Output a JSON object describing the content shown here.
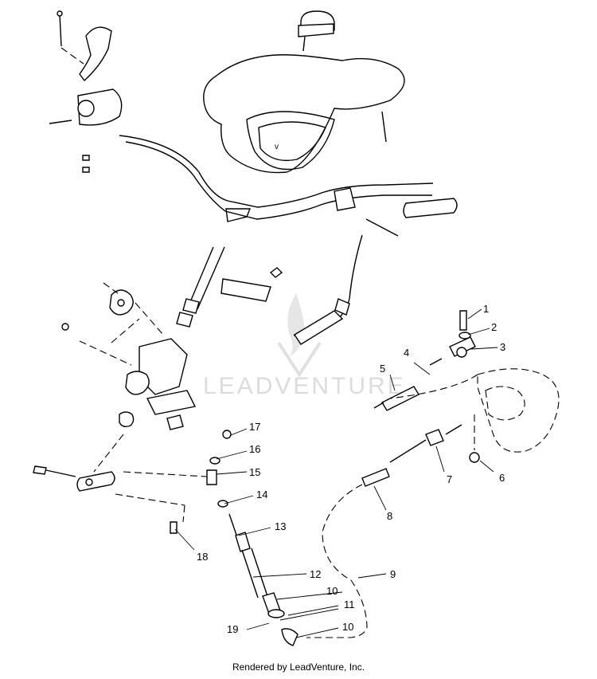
{
  "callouts": [
    {
      "id": "c1",
      "label": "1"
    },
    {
      "id": "c2",
      "label": "2"
    },
    {
      "id": "c3",
      "label": "3"
    },
    {
      "id": "c4",
      "label": "4"
    },
    {
      "id": "c5",
      "label": "5"
    },
    {
      "id": "c6",
      "label": "6"
    },
    {
      "id": "c7",
      "label": "7"
    },
    {
      "id": "c8",
      "label": "8"
    },
    {
      "id": "c9",
      "label": "9"
    },
    {
      "id": "c10a",
      "label": "10"
    },
    {
      "id": "c10b",
      "label": "10"
    },
    {
      "id": "c11",
      "label": "11"
    },
    {
      "id": "c12",
      "label": "12"
    },
    {
      "id": "c13",
      "label": "13"
    },
    {
      "id": "c14",
      "label": "14"
    },
    {
      "id": "c15",
      "label": "15"
    },
    {
      "id": "c16",
      "label": "16"
    },
    {
      "id": "c17",
      "label": "17"
    },
    {
      "id": "c18",
      "label": "18"
    },
    {
      "id": "c19",
      "label": "19"
    }
  ],
  "watermark": "LEADVENTURE",
  "footer": "Rendered by LeadVenture, Inc."
}
